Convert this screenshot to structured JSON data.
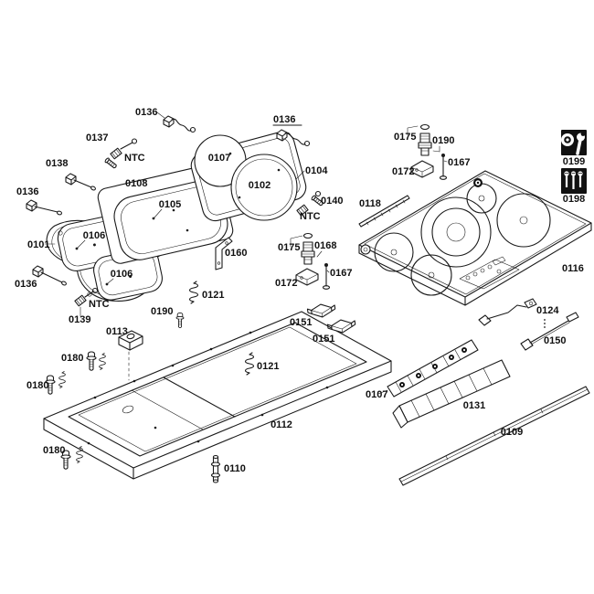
{
  "colors": {
    "line": "#1a1a1a",
    "background": "#ffffff"
  },
  "labels": {
    "clip_top_left": "0136",
    "screw_0137": "0137",
    "ntc_top": "NTC",
    "rod_0138": "0138",
    "clip_left_upper": "0136",
    "pan_0101": "0101",
    "burner_0106_upper": "0106",
    "burner_0106_lower": "0106",
    "clip_left_lower": "0136",
    "ntc_left": "NTC",
    "sensor_0139": "0139",
    "frame_0108": "0108",
    "plate_0105": "0105",
    "burner_0107": "0107",
    "burner_0102": "0102",
    "pair_0104": "0104",
    "clip_top_center": "0136",
    "screw_0140": "0140",
    "ntc_center": "NTC",
    "bracket_0160": "0160",
    "spring_0121_left": "0121",
    "rod_0118": "0118",
    "sensor_0175_top": "0175",
    "sensor_0190": "0190",
    "bracket_0172_top": "0172",
    "pin_0167_top": "0167",
    "kit_0199": "0199",
    "screws_0198": "0198",
    "glass_0116": "0116",
    "sensor_0175_mid": "0175",
    "sensor_0168": "0168",
    "bracket_0172_mid": "0172",
    "pin_0167_mid": "0167",
    "screw_0190_small": "0190",
    "box_0113": "0113",
    "bolt_0180_a": "0180",
    "bolt_0180_b": "0180",
    "bolt_0180_c": "0180",
    "spring_0121_right": "0121",
    "clip_0151_a": "0151",
    "clip_0151_b": "0151",
    "stud_0110": "0110",
    "frame_0112": "0112",
    "pcb_0107": "0107",
    "housing_0131": "0131",
    "trim_0109": "0109",
    "cable_0124": "0124",
    "cable_0150": "0150"
  }
}
